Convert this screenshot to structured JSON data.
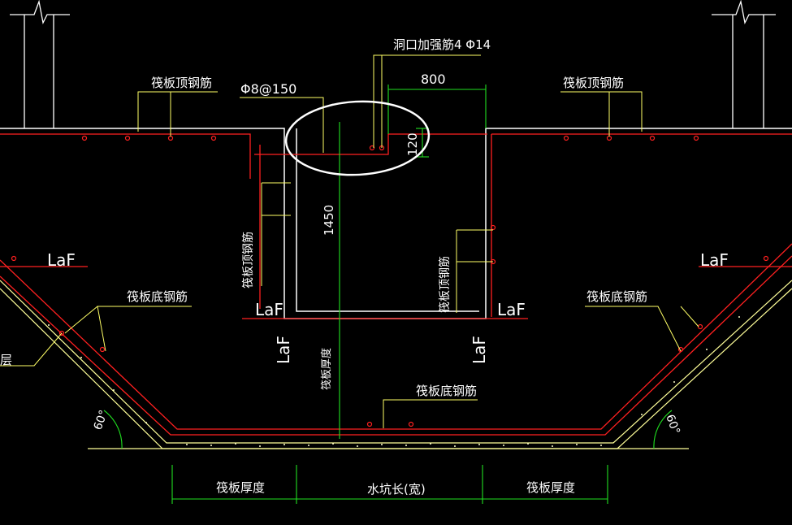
{
  "labels": {
    "opening_rebar": "洞口加强筋4 Φ14",
    "dim_800": "800",
    "top_rebar_left": "筏板顶钢筋",
    "top_rebar_right": "筏板顶钢筋",
    "stirrup": "Φ8@150",
    "dim_120": "120",
    "dim_1450": "1450",
    "top_rebar_vert_left": "筏板顶钢筋",
    "top_rebar_vert_right": "筏板顶钢筋",
    "laf_left": "LaF",
    "laf_right": "LaF",
    "laf_mid_left": "LaF",
    "laf_mid_right": "LaF",
    "laf_vert_left": "LaF",
    "laf_vert_right": "LaF",
    "bottom_rebar_left": "筏板底钢筋",
    "bottom_rebar_right": "筏板底钢筋",
    "bottom_rebar_center": "筏板底钢筋",
    "raft_thickness_vert": "筏板厚度",
    "layer_partial": "层",
    "angle_left": "60°",
    "angle_right": "60°",
    "dim_raft_left": "筏板厚度",
    "dim_pit": "水坑长(宽)",
    "dim_raft_right": "筏板厚度"
  },
  "colors": {
    "background": "#000000",
    "rebar": "#ff2020",
    "leader": "#ffff66",
    "dimension": "#20e020",
    "outline": "#ffffff",
    "concrete": "#ffff99",
    "text": "#ffffff"
  }
}
